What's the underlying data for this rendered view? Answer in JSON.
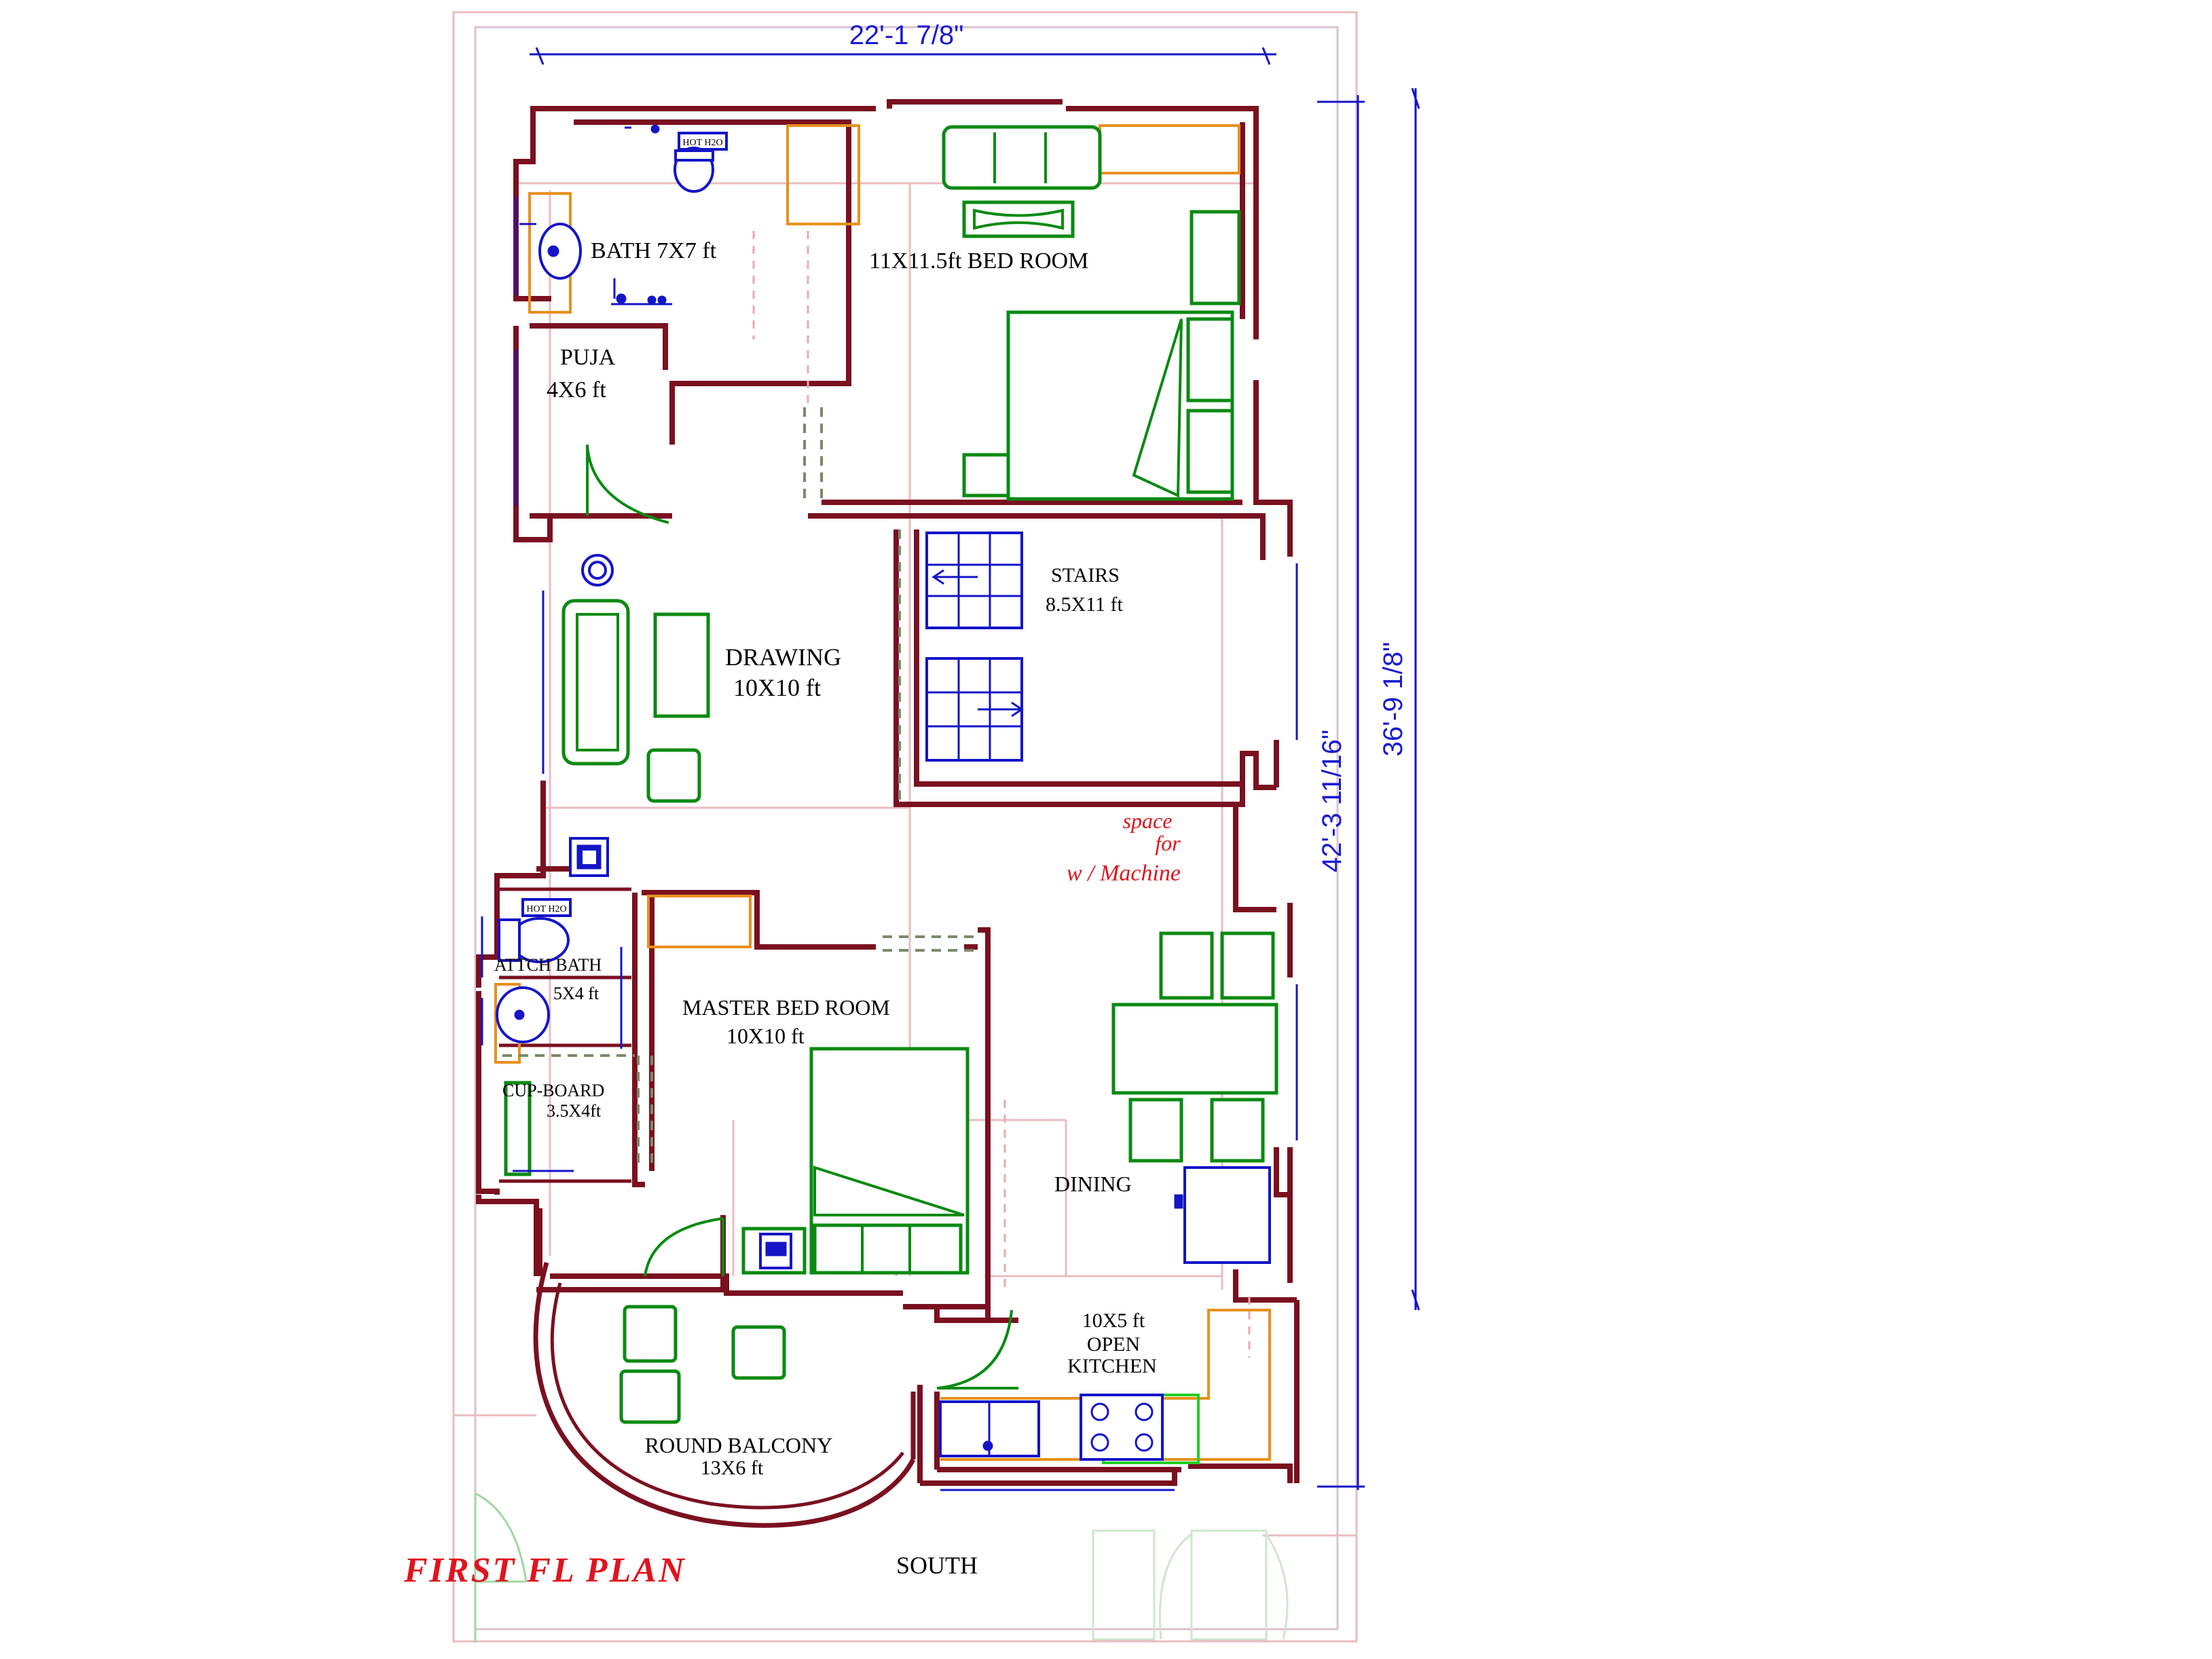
{
  "plan": {
    "title": "FIRST FL PLAN",
    "orientation": "SOUTH",
    "annotation_space": [
      "space",
      "for",
      "w / Machine"
    ],
    "dimensions": {
      "width": "22'-1 7/8\"",
      "height_inner": "42'-3 11/16\"",
      "height_outer": "36'-9 1/8\""
    },
    "rooms": {
      "bath": "BATH  7X7 ft",
      "bedroom": "11X11.5ft  BED ROOM",
      "puja": "PUJA",
      "puja_size": "4X6 ft",
      "stairs": "STAIRS",
      "stairs_size": "8.5X11 ft",
      "drawing": "DRAWING",
      "drawing_size": "10X10 ft",
      "attch_bath": "ATTCH BATH",
      "attch_bath_size": "5X4 ft",
      "master_bed": "MASTER BED ROOM",
      "master_bed_size": "10X10 ft",
      "cupboard": "CUP-BOARD",
      "cupboard_size": "3.5X4ft",
      "dining": "DINING",
      "kitchen_size": "10X5 ft",
      "kitchen_l1": "OPEN",
      "kitchen_l2": "KITCHEN",
      "balcony": "ROUND  BALCONY",
      "balcony_size": "13X6 ft"
    },
    "fixtures": {
      "hot_water_1": "HOT H2O",
      "hot_water_2": "HOT H2O"
    }
  }
}
